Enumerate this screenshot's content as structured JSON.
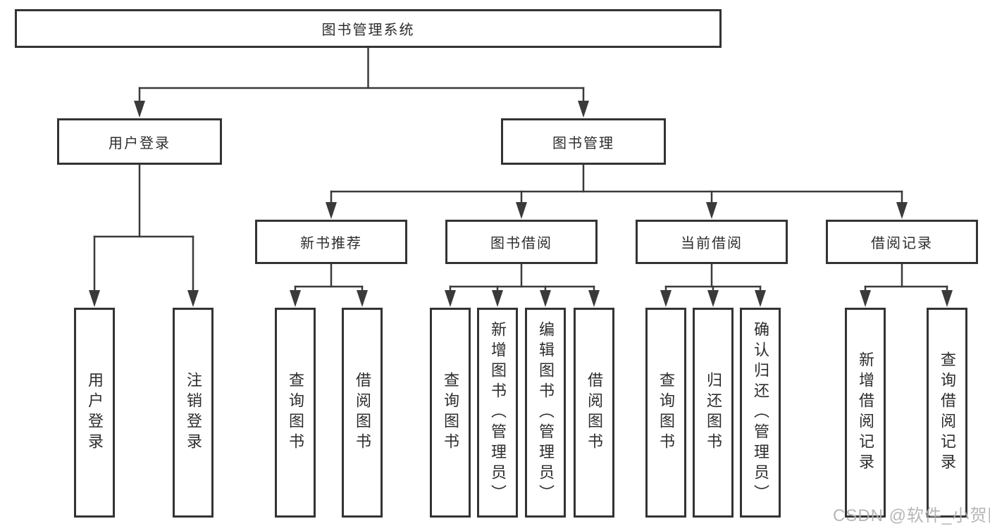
{
  "diagram_type": "tree",
  "colors": {
    "background": "#ffffff",
    "line": "#3a3a3a",
    "box_border": "#333333",
    "text": "#2d2d2d",
    "watermark": "#b0b0b0"
  },
  "tree": {
    "label": "图书管理系统",
    "children": [
      {
        "label": "用户登录",
        "children": [
          {
            "label": "用户登录"
          },
          {
            "label": "注销登录"
          }
        ]
      },
      {
        "label": "图书管理",
        "children": [
          {
            "label": "新书推荐",
            "children": [
              {
                "label": "查询图书"
              },
              {
                "label": "借阅图书"
              }
            ]
          },
          {
            "label": "图书借阅",
            "children": [
              {
                "label": "查询图书"
              },
              {
                "label": "新增图书（管理员）"
              },
              {
                "label": "编辑图书（管理员）"
              },
              {
                "label": "借阅图书"
              }
            ]
          },
          {
            "label": "当前借阅",
            "children": [
              {
                "label": "查询图书"
              },
              {
                "label": "归还图书"
              },
              {
                "label": "确认归还（管理员）"
              }
            ]
          },
          {
            "label": "借阅记录",
            "children": [
              {
                "label": "新增借阅记录"
              },
              {
                "label": "查询借阅记录"
              }
            ]
          }
        ]
      }
    ]
  },
  "watermark": {
    "text": "CSDN @软件_小贺同学"
  }
}
